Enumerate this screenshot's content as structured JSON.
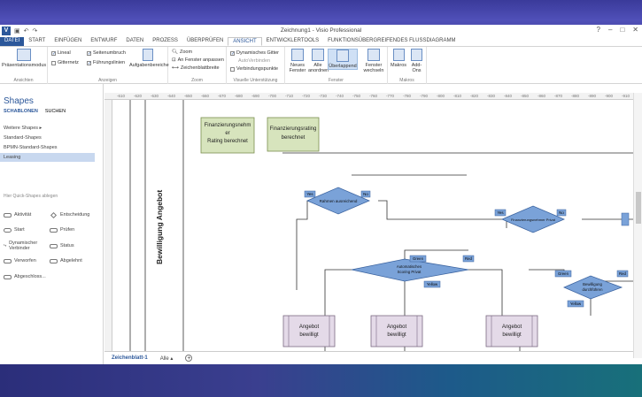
{
  "app": {
    "title": "Zeichnung1 - Visio Professional"
  },
  "window_controls": [
    "?",
    "–",
    "□",
    "✕"
  ],
  "tabs": [
    "DATEI",
    "START",
    "EINFÜGEN",
    "ENTWURF",
    "DATEN",
    "PROZESS",
    "ÜBERPRÜFEN",
    "ANSICHT",
    "ENTWICKLERTOOLS",
    "FUNKTIONSÜBERGREIFENDES FLUSSDIAGRAMM"
  ],
  "active_tab": "ANSICHT",
  "ribbon": {
    "groups": {
      "ansichten": "Ansichten",
      "anzeigen": "Anzeigen",
      "zoom": "Zoom",
      "visuelle": "Visuelle Unterstützung",
      "fenster": "Fenster",
      "makros": "Makros"
    },
    "praesentationsmodus": "Präsentationsmodus",
    "lineal": "Lineal",
    "seitenumbruch": "Seitenumbruch",
    "gitternetz": "Gitternetz",
    "fuehrungslinien": "Führungslinien",
    "aufgabenbereiche": "Aufgabenbereiche",
    "zoom": "Zoom",
    "an_fenster": "An Fenster anpassen",
    "zeichenblattbreite": "Zeichenblattbreite",
    "dyn_gitter": "Dynamisches Gitter",
    "autoverbinden": "AutoVerbinden",
    "verbindungspunkte": "Verbindungspunkte",
    "neues_fenster": "Neues Fenster",
    "alle_anordnen": "Alle anordnen",
    "ueberlappend": "Überlappend",
    "fenster_wechseln": "Fenster wechseln",
    "makros": "Makros",
    "addons": "Add-Ons"
  },
  "shapes_panel": {
    "title": "Shapes",
    "tab_schablonen": "SCHABLONEN",
    "tab_suchen": "SUCHEN",
    "stencils": [
      "Weitere Shapes ▸",
      "Standard-Shapes",
      "BPMN-Standard-Shapes",
      "Leasing"
    ],
    "hint": "Hier Quick-Shapes ablegen",
    "quick_shapes": [
      "Aktivität",
      "Entscheidung",
      "Start",
      "Prüfen",
      "Dynamischer Verbinder",
      "Status",
      "Verworfen",
      "Abgelehnt",
      "Abgeschloss..."
    ]
  },
  "ruler_ticks": [
    "-610",
    "-620",
    "-630",
    "-640",
    "-650",
    "-660",
    "-670",
    "-680",
    "-690",
    "-700",
    "-710",
    "-720",
    "-730",
    "-740",
    "-750",
    "-760",
    "-770",
    "-780",
    "-790",
    "-800",
    "-810",
    "-820",
    "-830",
    "-840",
    "-850",
    "-860",
    "-870",
    "-880",
    "-890",
    "-900",
    "-910"
  ],
  "diagram": {
    "lane_label": "Bewilligung Angebot",
    "box1": [
      "Finanzierungsnehm",
      "er",
      "Rating berechnet"
    ],
    "box2": [
      "Finanzierungsrating",
      "berechnet"
    ],
    "d1": "Rahmen ausreichend",
    "d1_yes": "Yes",
    "d1_no": "No",
    "d2": "Finanzierungsnehmer Privat",
    "d2_yes": "Yes",
    "d2_no": "No",
    "d3": [
      "Automatisches",
      "Scoring Privat"
    ],
    "d3_green": "Green",
    "d3_red": "Red",
    "d3_yellow": "Yellow",
    "d4": [
      "Bewilligung",
      "durchführen"
    ],
    "d4_green": "Green",
    "d4_red": "Red",
    "d4_yellow": "Yellow",
    "proc": [
      "Angebot",
      "bewilligt"
    ]
  },
  "status": {
    "page": "Zeichenblatt-1",
    "all": "Alle ▴",
    "add": "+"
  }
}
